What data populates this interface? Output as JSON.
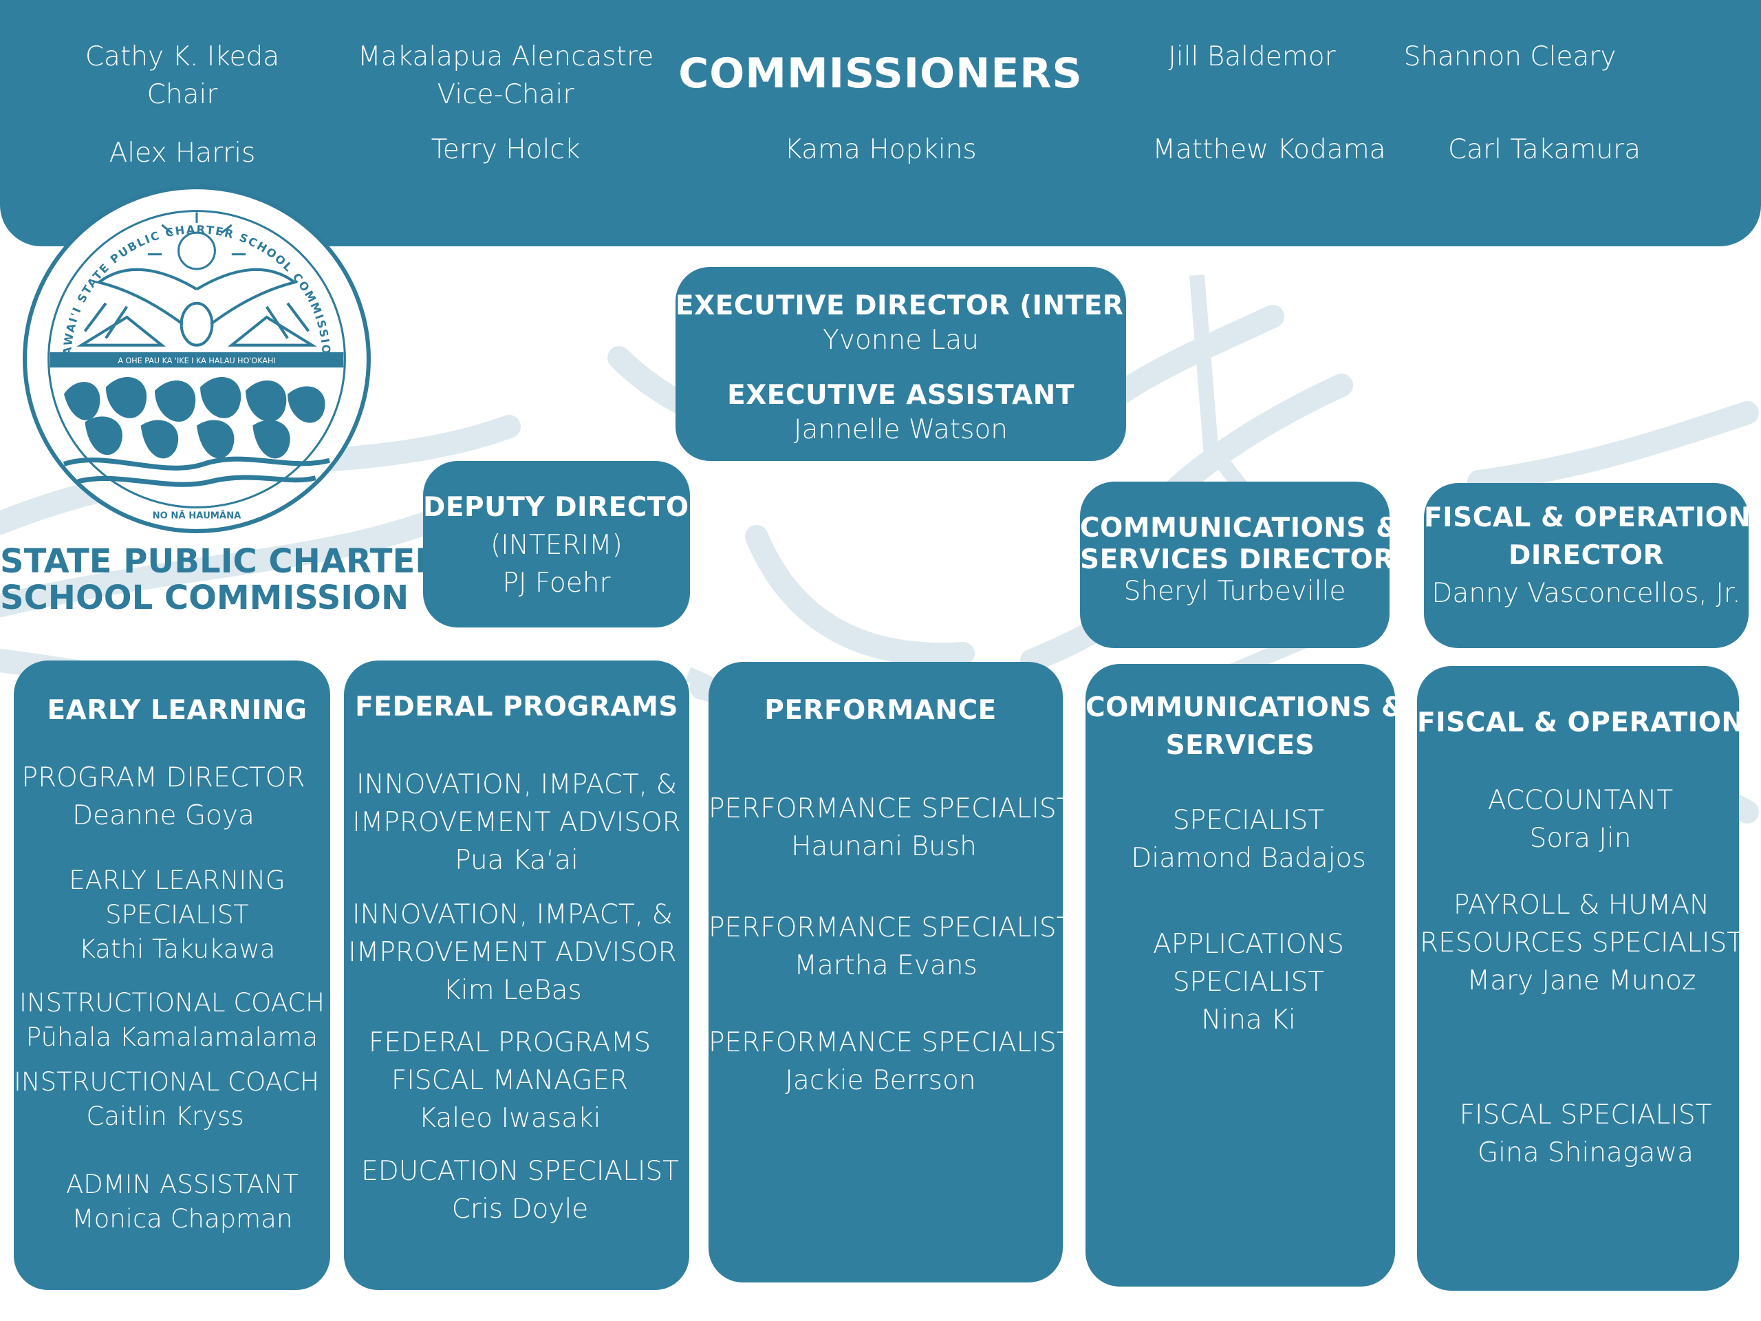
{
  "commissioners": {
    "heading": "COMMISSIONERS",
    "members": [
      {
        "name": "Cathy K. Ikeda",
        "role": "Chair"
      },
      {
        "name": "Makalapua Alencastre",
        "role": "Vice-Chair"
      },
      {
        "name": "Jill Baldemor"
      },
      {
        "name": "Shannon Cleary"
      },
      {
        "name": "Alex Harris"
      },
      {
        "name": "Terry Holck"
      },
      {
        "name": "Kama Hopkins"
      },
      {
        "name": "Matthew Kodama"
      },
      {
        "name": "Carl Takamura"
      }
    ]
  },
  "logo": {
    "title_line1": "STATE PUBLIC CHARTER",
    "title_line2": "SCHOOL COMMISSION",
    "seal_text": "HAWAI'I STATE PUBLIC CHARTER SCHOOL COMMISSION",
    "seal_motto": "A OHE PAU KA 'IKE I KA HALAU HO'OKAHI",
    "seal_bottom": "NO NĀ HAUMĀNA"
  },
  "executive": {
    "director_title": "EXECUTIVE DIRECTOR (INTERIM)",
    "director_name": "Yvonne Lau",
    "assistant_title": "EXECUTIVE ASSISTANT",
    "assistant_name": "Jannelle Watson"
  },
  "deputy": {
    "title": "DEPUTY DIRECTOR",
    "qualifier": "(INTERIM)",
    "name": "PJ Foehr"
  },
  "comm_director": {
    "title_line1": "COMMUNICATIONS &",
    "title_line2": "SERVICES DIRECTOR",
    "name": "Sheryl Turbeville"
  },
  "fiscal_director": {
    "title_line1": "FISCAL & OPERATIONS",
    "title_line2": "DIRECTOR",
    "name": "Danny Vasconcellos, Jr."
  },
  "departments": {
    "early_learning": {
      "heading": "EARLY LEARNING",
      "staff": [
        {
          "title": "PROGRAM DIRECTOR",
          "name": "Deanne Goya"
        },
        {
          "title_line1": "EARLY LEARNING",
          "title_line2": "SPECIALIST",
          "name": "Kathi Takukawa"
        },
        {
          "title": "INSTRUCTIONAL COACH",
          "name": "Pūhala Kamalamalama"
        },
        {
          "title": "INSTRUCTIONAL COACH",
          "name": "Caitlin Kryss"
        },
        {
          "title": "ADMIN ASSISTANT",
          "name": "Monica Chapman"
        }
      ]
    },
    "federal_programs": {
      "heading": "FEDERAL PROGRAMS",
      "staff": [
        {
          "title_line1": "INNOVATION, IMPACT, &",
          "title_line2": "IMPROVEMENT ADVISOR",
          "name": "Pua Ka‘ai"
        },
        {
          "title_line1": "INNOVATION, IMPACT, &",
          "title_line2": "IMPROVEMENT ADVISOR",
          "name": "Kim LeBas"
        },
        {
          "title_line1": "FEDERAL PROGRAMS",
          "title_line2": "FISCAL MANAGER",
          "name": "Kaleo Iwasaki"
        },
        {
          "title": "EDUCATION SPECIALIST",
          "name": "Cris Doyle"
        }
      ]
    },
    "performance": {
      "heading": "PERFORMANCE",
      "staff": [
        {
          "title": "PERFORMANCE SPECIALIST",
          "name": "Haunani Bush"
        },
        {
          "title": "PERFORMANCE SPECIALIST",
          "name": "Martha Evans"
        },
        {
          "title": "PERFORMANCE SPECIALIST",
          "name": "Jackie Berrson"
        }
      ]
    },
    "communications": {
      "heading_line1": "COMMUNICATIONS &",
      "heading_line2": "SERVICES",
      "staff": [
        {
          "title": "SPECIALIST",
          "name": "Diamond Badajos"
        },
        {
          "title_line1": "APPLICATIONS",
          "title_line2": "SPECIALIST",
          "name": "Nina Ki"
        }
      ]
    },
    "fiscal_operations": {
      "heading": "FISCAL & OPERATIONS",
      "staff": [
        {
          "title": "ACCOUNTANT",
          "name": "Sora Jin"
        },
        {
          "title_line1": "PAYROLL & HUMAN",
          "title_line2": "RESOURCES SPECIALIST",
          "name": "Mary Jane Munoz"
        },
        {
          "title": "FISCAL SPECIALIST",
          "name": "Gina Shinagawa"
        }
      ]
    }
  },
  "colors": {
    "box_fill": "#317f9f",
    "title_text": "#2e7b9b",
    "watermark": "#dce9ee"
  }
}
